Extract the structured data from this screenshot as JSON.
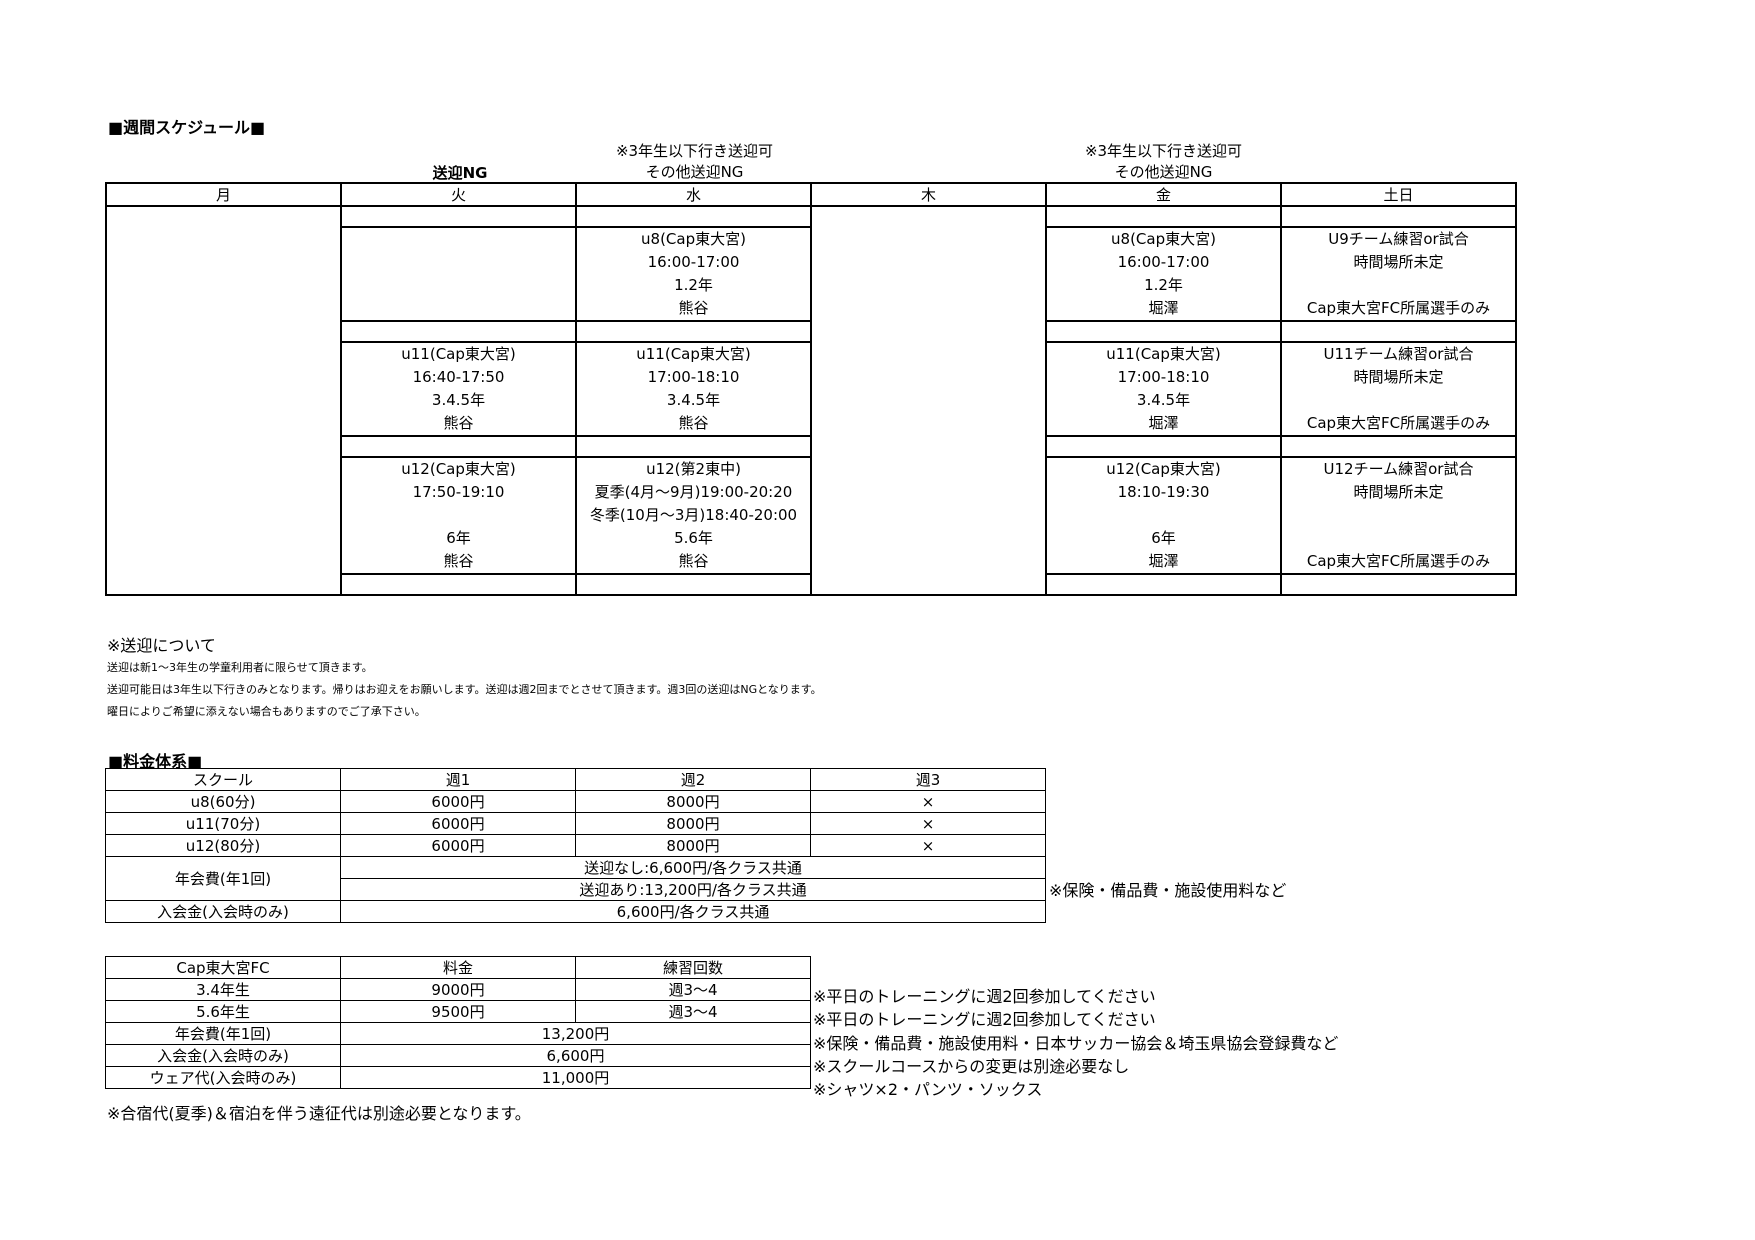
{
  "schedule": {
    "title": "■週間スケジュール■",
    "notes": {
      "tue": "送迎NG",
      "wed": [
        "※3年生以下行き送迎可",
        "その他送迎NG"
      ],
      "fri": [
        "※3年生以下行き送迎可",
        "その他送迎NG"
      ]
    },
    "days": [
      "月",
      "火",
      "水",
      "木",
      "金",
      "土日"
    ],
    "blocks": [
      {
        "tue": [],
        "wed": [
          "u8(Cap東大宮)",
          "16:00-17:00",
          "1.2年",
          "熊谷"
        ],
        "fri": [
          "u8(Cap東大宮)",
          "16:00-17:00",
          "1.2年",
          "堀澤"
        ],
        "sat": [
          "U9チーム練習or試合",
          "時間場所未定",
          "",
          "Cap東大宮FC所属選手のみ"
        ]
      },
      {
        "tue": [
          "u11(Cap東大宮)",
          "16:40-17:50",
          "3.4.5年",
          "熊谷"
        ],
        "wed": [
          "u11(Cap東大宮)",
          "17:00-18:10",
          "3.4.5年",
          "熊谷"
        ],
        "fri": [
          "u11(Cap東大宮)",
          "17:00-18:10",
          "3.4.5年",
          "堀澤"
        ],
        "sat": [
          "U11チーム練習or試合",
          "時間場所未定",
          "",
          "Cap東大宮FC所属選手のみ"
        ]
      },
      {
        "tue": [
          "u12(Cap東大宮)",
          "17:50-19:10",
          "",
          "6年",
          "熊谷"
        ],
        "wed": [
          "u12(第2東中)",
          "夏季(4月〜9月)19:00-20:20",
          "冬季(10月〜3月)18:40-20:00",
          "5.6年",
          "熊谷"
        ],
        "fri": [
          "u12(Cap東大宮)",
          "18:10-19:30",
          "",
          "6年",
          "堀澤"
        ],
        "sat": [
          "U12チーム練習or試合",
          "時間場所未定",
          "",
          "",
          "Cap東大宮FC所属選手のみ"
        ]
      }
    ]
  },
  "transport": {
    "title": "※送迎について",
    "lines": [
      "送迎は新1〜3年生の学童利用者に限らせて頂きます。",
      "送迎可能日は3年生以下行きのみとなります。帰りはお迎えをお願いします。送迎は週2回までとさせて頂きます。週3回の送迎はNGとなります。",
      "曜日によりご希望に添えない場合もありますのでご了承下さい。"
    ]
  },
  "fees": {
    "title": "■料金体系■",
    "header": [
      "スクール",
      "週1",
      "週2",
      "週3"
    ],
    "rows": [
      [
        "u8(60分)",
        "6000円",
        "8000円",
        "×"
      ],
      [
        "u11(70分)",
        "6000円",
        "8000円",
        "×"
      ],
      [
        "u12(80分)",
        "6000円",
        "8000円",
        "×"
      ]
    ],
    "annual_label": "年会費(年1回)",
    "annual_lines": [
      "送迎なし:6,600円/各クラス共通",
      "送迎あり:13,200円/各クラス共通"
    ],
    "annual_note": "※保険・備品費・施設使用料など",
    "entry_label": "入会金(入会時のみ)",
    "entry_value": "6,600円/各クラス共通"
  },
  "club": {
    "header": [
      "Cap東大宮FC",
      "料金",
      "練習回数"
    ],
    "rows": [
      [
        "3.4年生",
        "9000円",
        "週3〜4"
      ],
      [
        "5.6年生",
        "9500円",
        "週3〜4"
      ]
    ],
    "annual_label": "年会費(年1回)",
    "annual_value": "13,200円",
    "entry_label": "入会金(入会時のみ)",
    "entry_value": "6,600円",
    "wear_label": "ウェア代(入会時のみ)",
    "wear_value": "11,000円",
    "notes": [
      "※平日のトレーニングに週2回参加してください",
      "※平日のトレーニングに週2回参加してください",
      "※保険・備品費・施設使用料・日本サッカー協会＆埼玉県協会登録費など",
      "※スクールコースからの変更は別途必要なし",
      "※シャツ×2・パンツ・ソックス"
    ],
    "footer": "※合宿代(夏季)＆宿泊を伴う遠征代は別途必要となります。"
  }
}
